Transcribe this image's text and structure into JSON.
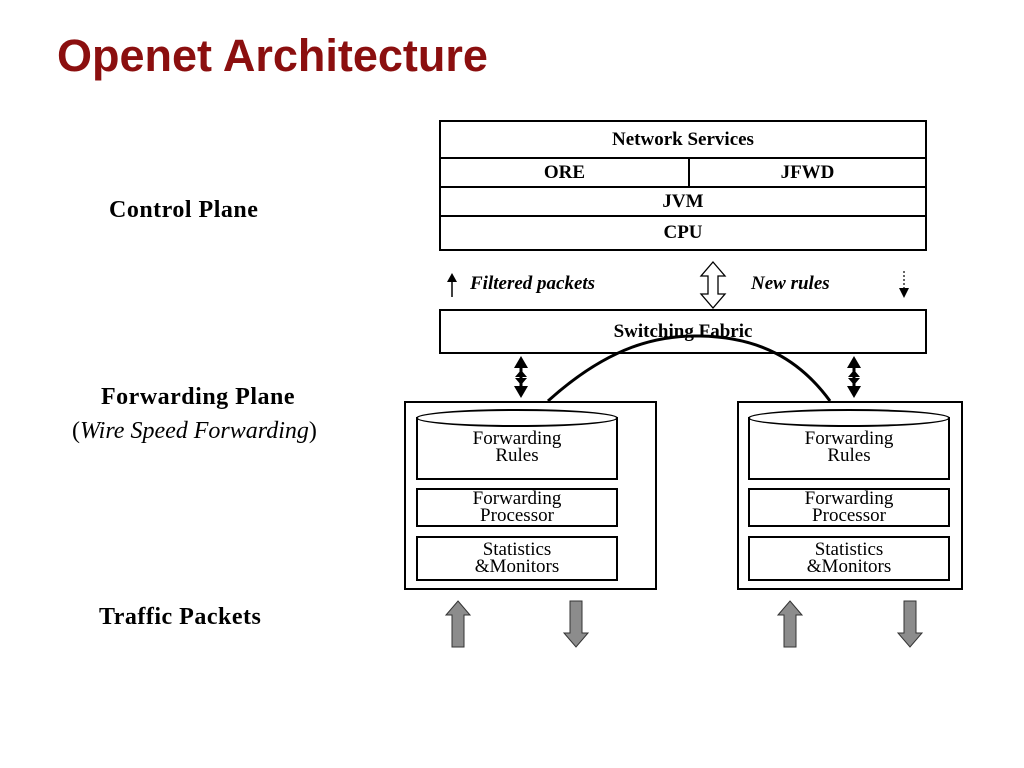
{
  "title": "Openet Architecture",
  "labels": {
    "control_plane": "Control Plane",
    "forwarding_plane": "Forwarding Plane",
    "wire_speed_open": "(",
    "wire_speed": "Wire Speed Forwarding",
    "wire_speed_close": ")",
    "traffic_packets": "Traffic Packets"
  },
  "control_stack": {
    "network_services": "Network Services",
    "ore": "ORE",
    "jfwd": "JFWD",
    "jvm": "JVM",
    "cpu": "CPU"
  },
  "flow": {
    "filtered_packets": "Filtered packets",
    "new_rules": "New rules"
  },
  "switching_fabric": "Switching Fabric",
  "forwarding_modules": [
    {
      "rules": "Forwarding\nRules",
      "processor": "Forwarding\nProcessor",
      "stats": "Statistics\n&Monitors"
    },
    {
      "rules": "Forwarding\nRules",
      "processor": "Forwarding\nProcessor",
      "stats": "Statistics\n&Monitors"
    }
  ],
  "colors": {
    "title": "#8b0f0f",
    "arrow_fill": "#8c8c8c",
    "line": "#000000"
  }
}
